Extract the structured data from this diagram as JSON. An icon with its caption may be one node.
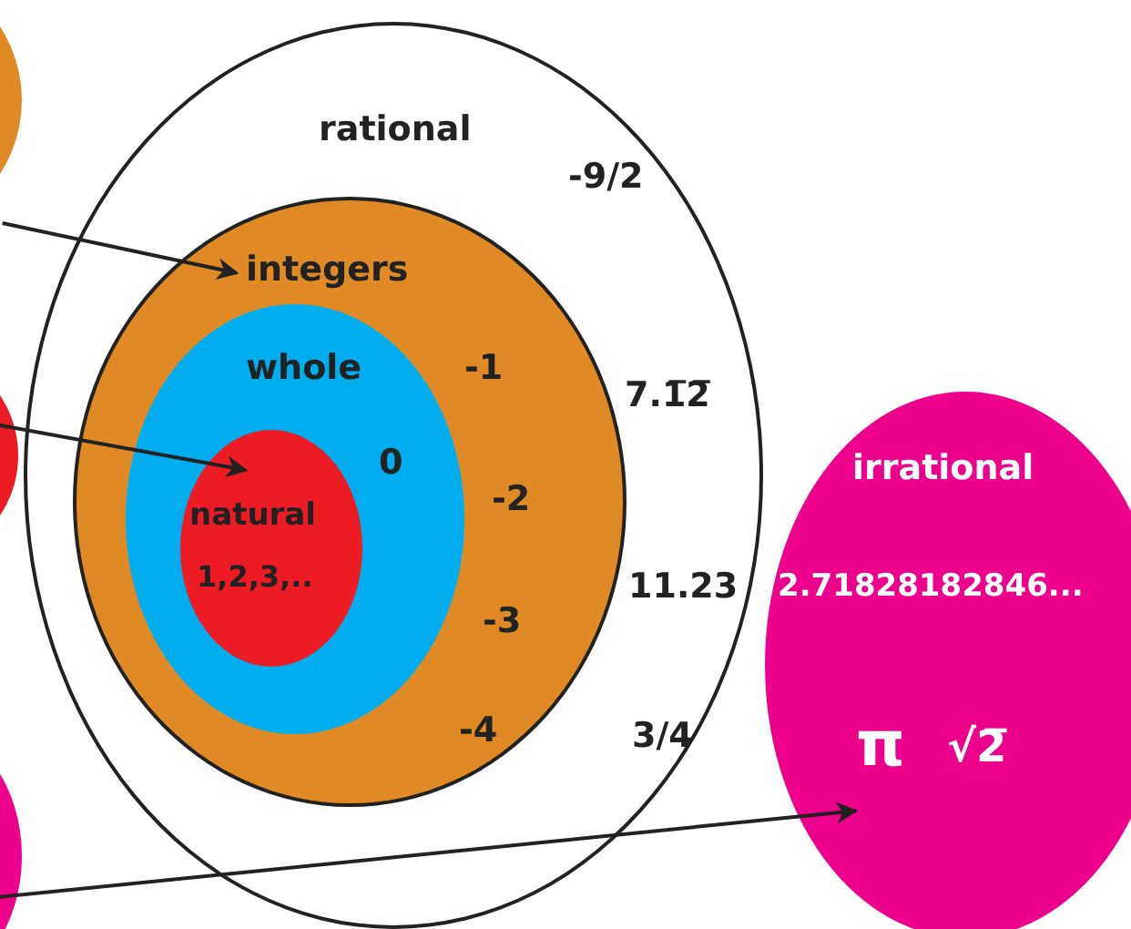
{
  "diagram": {
    "nodes": [
      {
        "text": [],
        "shape": "circle"
      },
      {
        "text": [],
        "shape": "circle"
      },
      {
        "text": [],
        "shape": "circle"
      },
      {
        "text": [
          "rational",
          "-9/2",
          "7.1̅2̅",
          "11.23",
          "3/4"
        ]
      },
      {
        "text": [
          "integers",
          "-1",
          "-2",
          "-3",
          "-4"
        ],
        "in": 3
      },
      {
        "text": [
          "whole",
          "0"
        ],
        "in": 4
      },
      {
        "text": [
          "natural",
          "1,2,3,.."
        ],
        "in": 5
      },
      {
        "text": [
          "irrational",
          "2.71828182846...",
          "π",
          "√2̅"
        ]
      }
    ],
    "edges": [
      {
        "from": 0,
        "to": 4,
        "arrow": "to"
      },
      {
        "from": 1,
        "to": 6,
        "arrow": "to"
      },
      {
        "from": 2,
        "to": 7,
        "arrow": "to"
      }
    ]
  }
}
